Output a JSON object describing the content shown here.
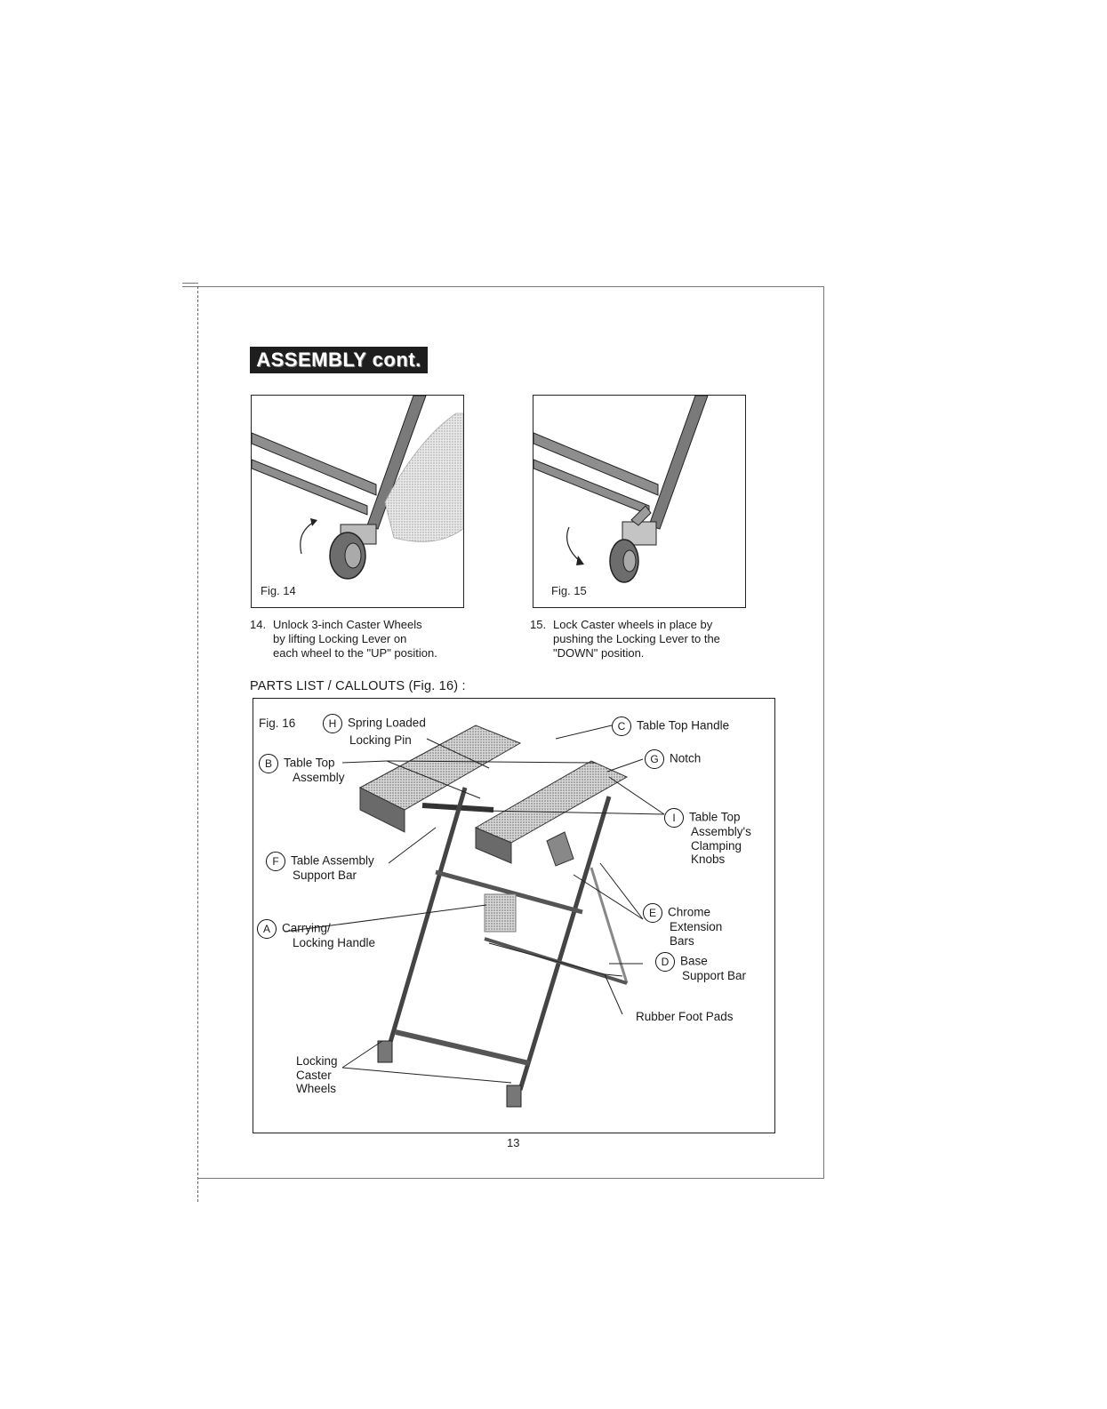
{
  "header": {
    "title": "ASSEMBLY cont."
  },
  "fig14": {
    "label": "Fig. 14"
  },
  "fig15": {
    "label": "Fig. 15"
  },
  "step14": {
    "num": "14.",
    "lines": [
      "Unlock 3-inch Caster Wheels",
      "by lifting Locking Lever on",
      "each wheel to the \"UP\" position."
    ]
  },
  "step15": {
    "num": "15.",
    "lines": [
      "Lock Caster wheels in place by",
      "pushing the Locking Lever to the",
      "\"DOWN\" position."
    ]
  },
  "parts_title": "PARTS LIST / CALLOUTS (Fig. 16) :",
  "fig16": {
    "label": "Fig. 16",
    "callouts": {
      "H": {
        "letter": "H",
        "lines": [
          "Spring Loaded",
          "Locking Pin"
        ]
      },
      "C": {
        "letter": "C",
        "lines": [
          "Table Top Handle"
        ]
      },
      "B": {
        "letter": "B",
        "lines": [
          "Table Top",
          "Assembly"
        ]
      },
      "G": {
        "letter": "G",
        "lines": [
          "Notch"
        ]
      },
      "I": {
        "letter": "I",
        "lines": [
          "Table Top",
          "Assembly's",
          "Clamping",
          "Knobs"
        ]
      },
      "F": {
        "letter": "F",
        "lines": [
          "Table Assembly",
          "Support Bar"
        ]
      },
      "E": {
        "letter": "E",
        "lines": [
          "Chrome",
          "Extension",
          "Bars"
        ]
      },
      "A": {
        "letter": "A",
        "lines": [
          "Carrying/",
          "Locking Handle"
        ]
      },
      "D": {
        "letter": "D",
        "lines": [
          "Base",
          "Support Bar"
        ]
      },
      "rubber": {
        "lines": [
          "Rubber Foot Pads"
        ]
      },
      "locking": {
        "lines": [
          "Locking",
          "Caster",
          "Wheels"
        ]
      }
    }
  },
  "page_number": "13"
}
